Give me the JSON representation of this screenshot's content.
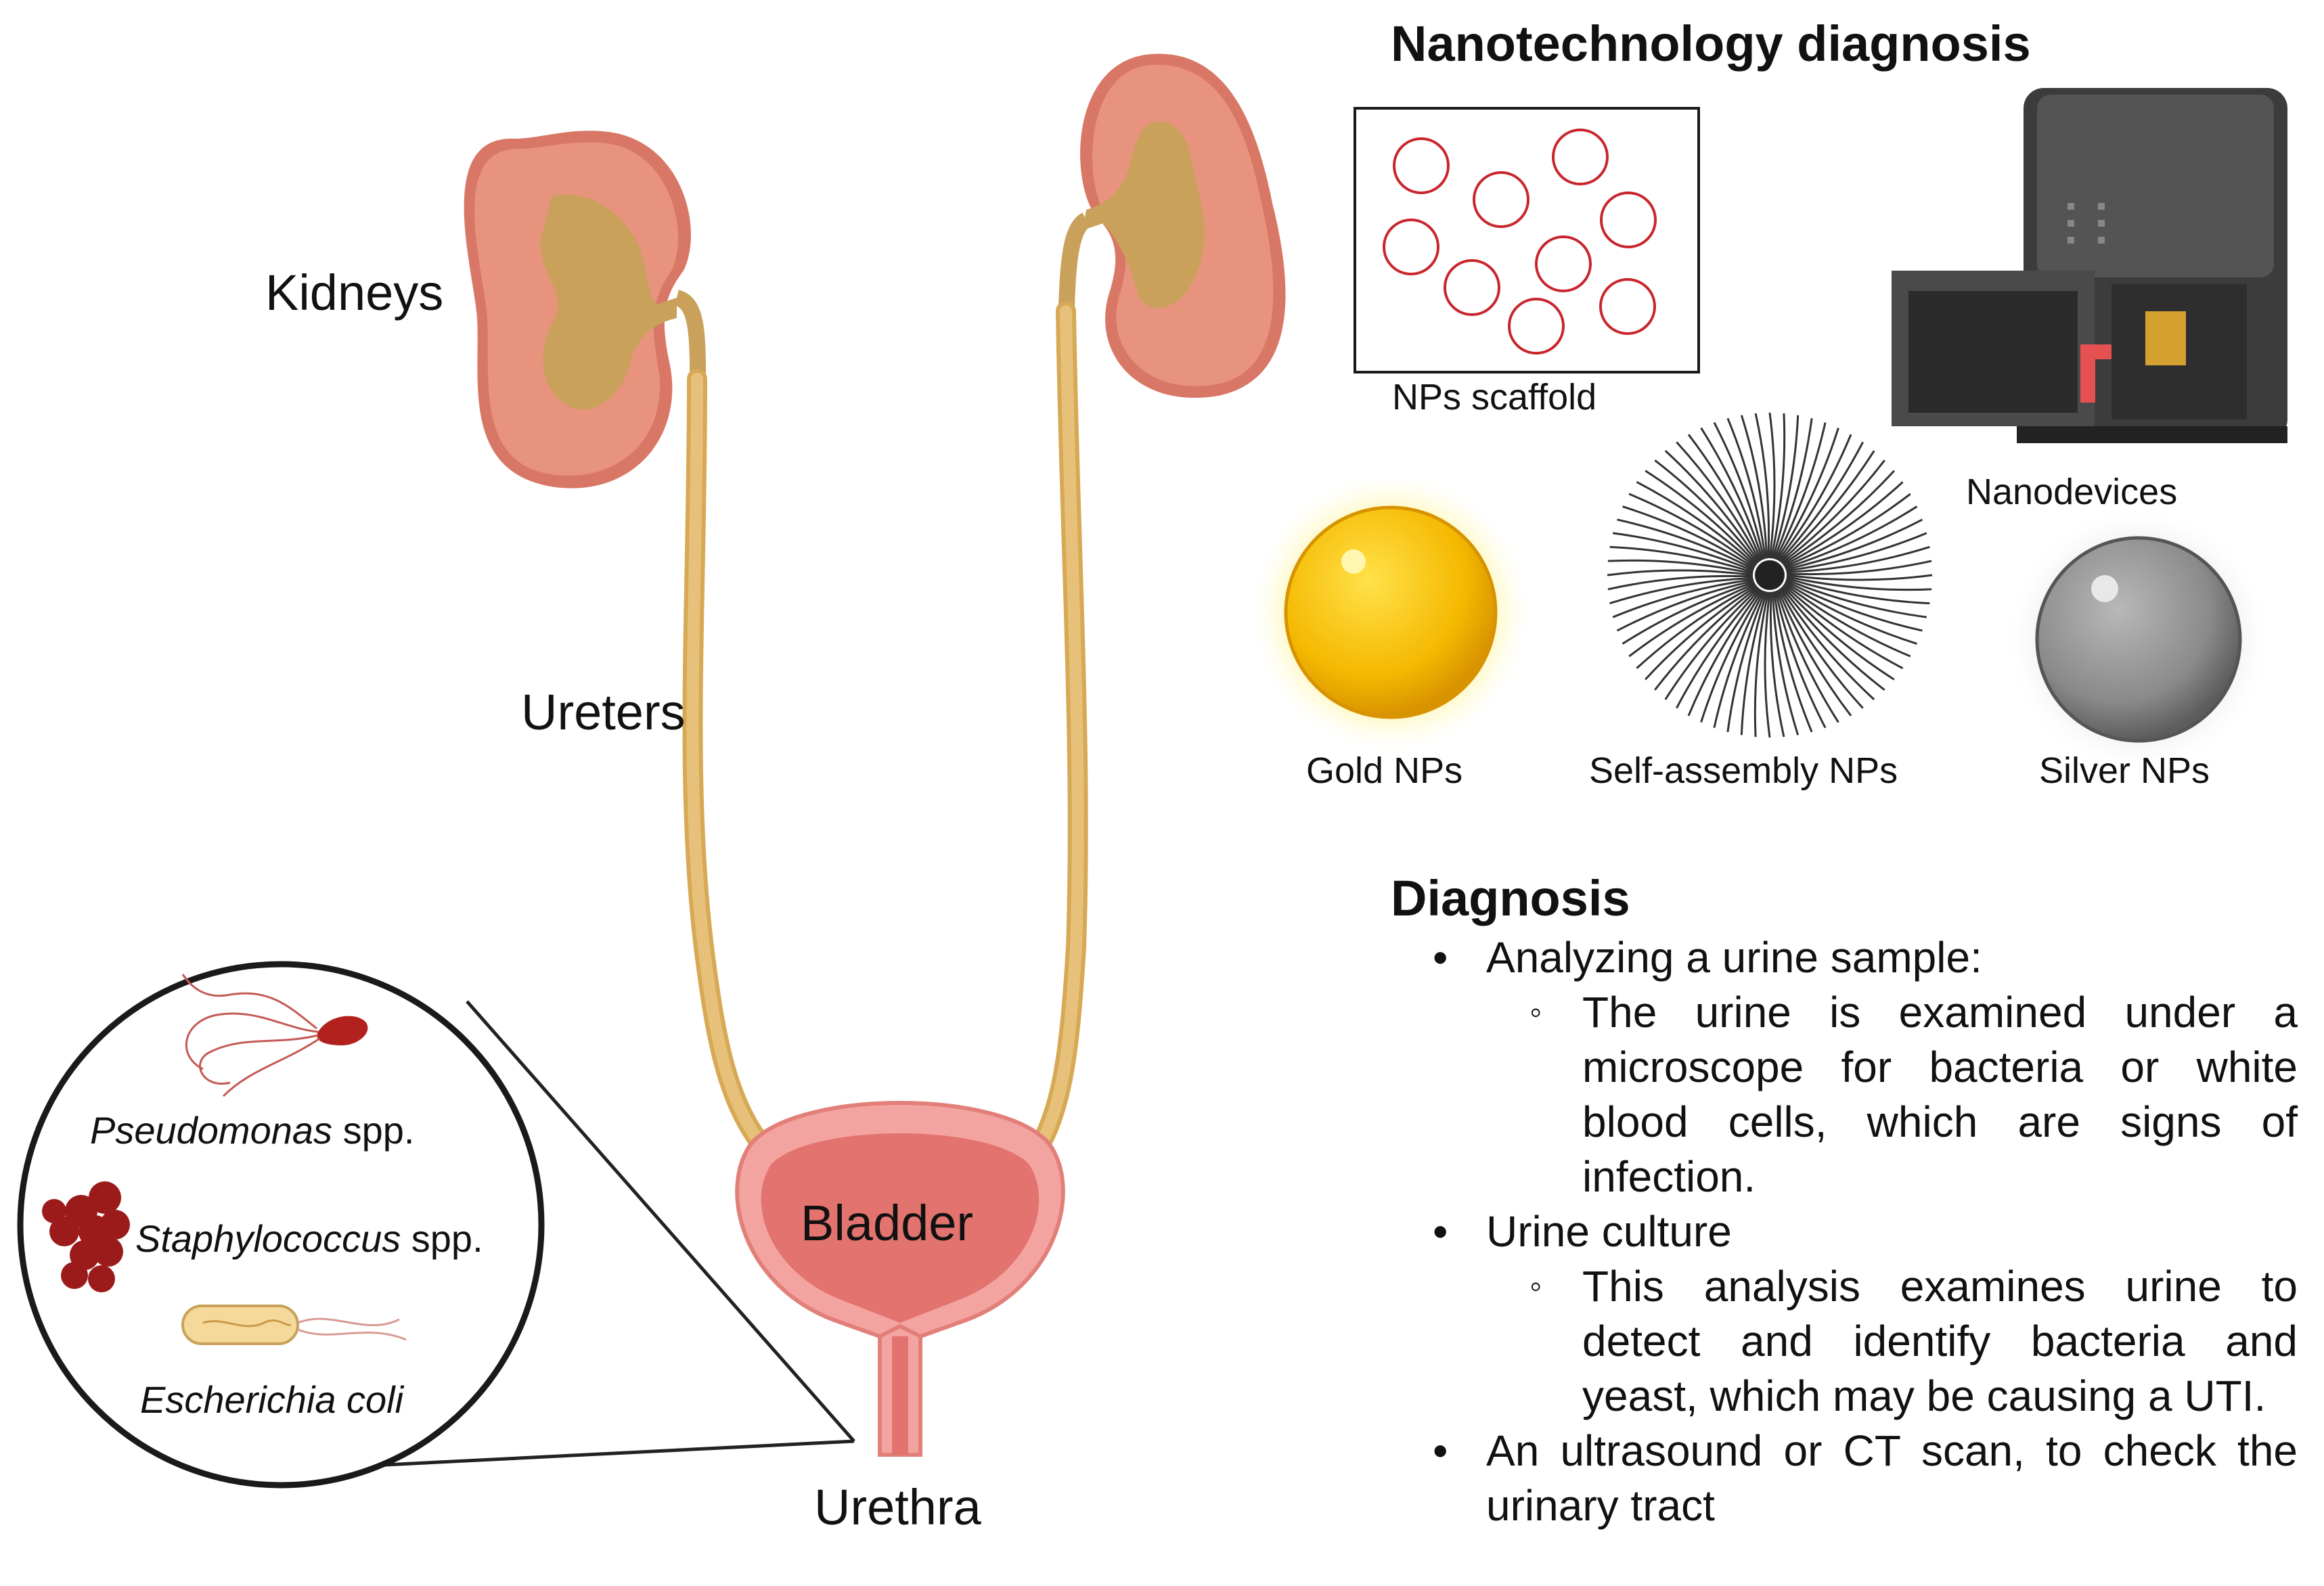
{
  "figure": {
    "title": "Nanotechnology diagnosis",
    "anatomy_labels": {
      "kidneys": "Kidneys",
      "ureters": "Ureters",
      "bladder": "Bladder",
      "urethra": "Urethra"
    },
    "pathogens": [
      {
        "genus": "Pseudomonas",
        "suffix": " spp."
      },
      {
        "genus": "Staphylococcus",
        "suffix": " spp."
      },
      {
        "genus": "Escherichia coli",
        "suffix": ""
      }
    ],
    "nano": {
      "scaffold": "NPs scaffold",
      "devices": "Nanodevices",
      "gold": "Gold NPs",
      "self_assembly": "Self-assembly NPs",
      "silver": "Silver NPs"
    },
    "diagnosis": {
      "heading": "Diagnosis",
      "items": [
        {
          "text": "Analyzing a urine sample:",
          "sub": "The urine is examined under a microscope for bacteria or white blood cells, which are signs of infection."
        },
        {
          "text": "Urine culture",
          "sub": "This analysis examines urine to detect and identify bacteria and yeast, which may be causing a UTI."
        },
        {
          "text": "An ultrasound or CT scan, to check the urinary tract",
          "sub": ""
        }
      ]
    },
    "colors": {
      "kidney_outer": "#e8937e",
      "kidney_pelvis": "#c9a15a",
      "ureter": "#e7c07a",
      "bladder": "#f4a4a0",
      "bladder_inner": "#e2736f",
      "gold": "#f5b800",
      "silver": "#8a8a8a",
      "scaffold_np": "#c8262c",
      "device": "#4a4a4a"
    }
  }
}
